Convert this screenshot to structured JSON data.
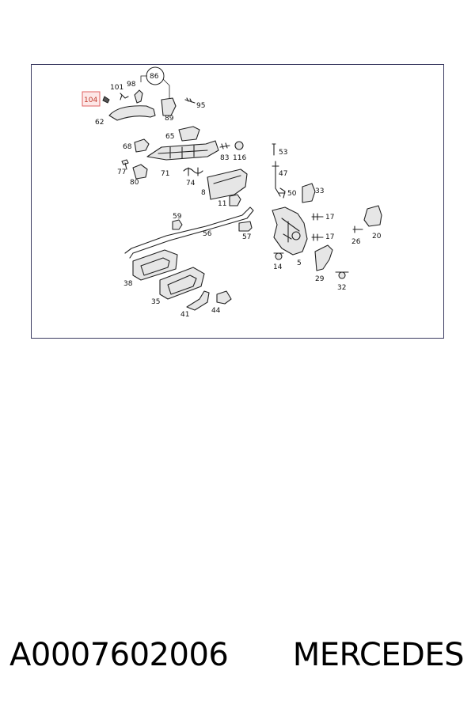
{
  "diagram": {
    "highlighted_callout": "104",
    "callouts": [
      "86",
      "98",
      "101",
      "104",
      "62",
      "95",
      "89",
      "68",
      "65",
      "83",
      "116",
      "53",
      "77",
      "71",
      "74",
      "47",
      "80",
      "8",
      "11",
      "50",
      "33",
      "59",
      "17",
      "20",
      "56",
      "57",
      "26",
      "38",
      "14",
      "5",
      "29",
      "35",
      "32",
      "41",
      "44"
    ]
  },
  "footer": {
    "part_number": "A0007602006",
    "brand": "MERCEDES"
  },
  "colors": {
    "frame": "#3a3a60",
    "highlight": "#e06060"
  }
}
